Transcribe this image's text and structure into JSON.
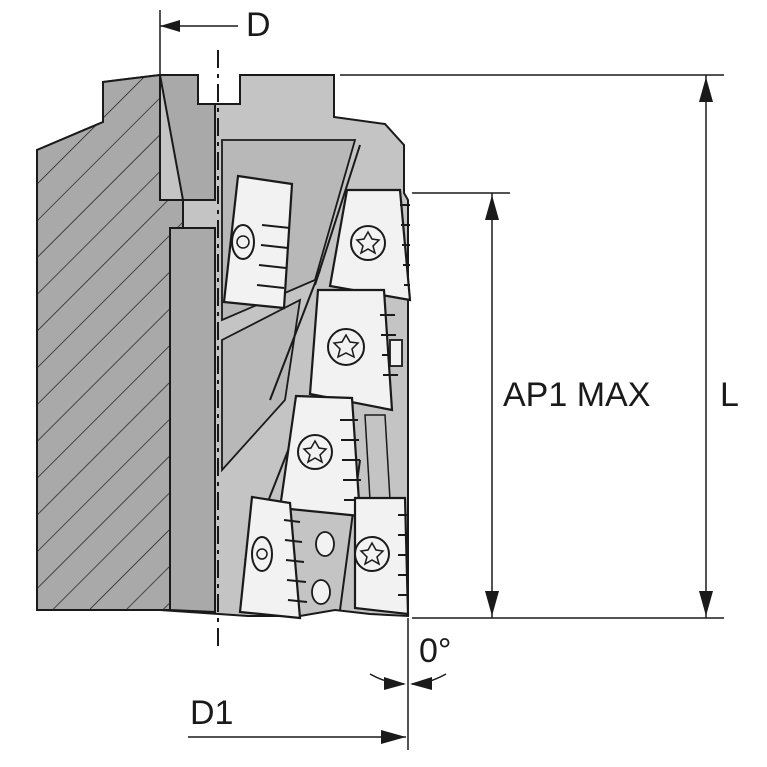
{
  "labels": {
    "d": "D",
    "ap1_max": "AP1 MAX",
    "l": "L",
    "angle": "0°",
    "d1": "D1"
  },
  "colors": {
    "body_fill": "#a9a9a9",
    "light_fill": "#c4c4c4",
    "insert_fill": "#f2f2f2",
    "line": "#1a1a1a"
  }
}
